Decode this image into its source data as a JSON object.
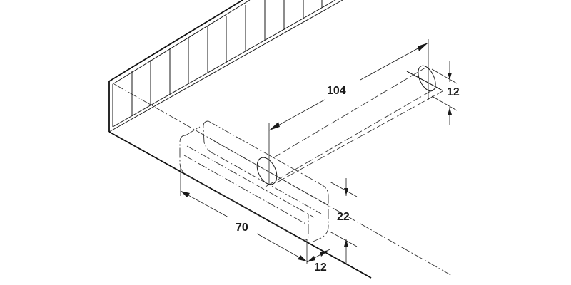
{
  "diagram": {
    "type": "isometric technical drawing",
    "subject": "drawer side panel with recessed handle cutout and dowel/pin bore",
    "units": "mm"
  },
  "dimensions": {
    "pin_length": "104",
    "pin_diameter": "12",
    "recess_length": "70",
    "recess_height": "22",
    "recess_depth": "12"
  },
  "colors": {
    "line": "#1a1a1a",
    "background": "#ffffff"
  }
}
